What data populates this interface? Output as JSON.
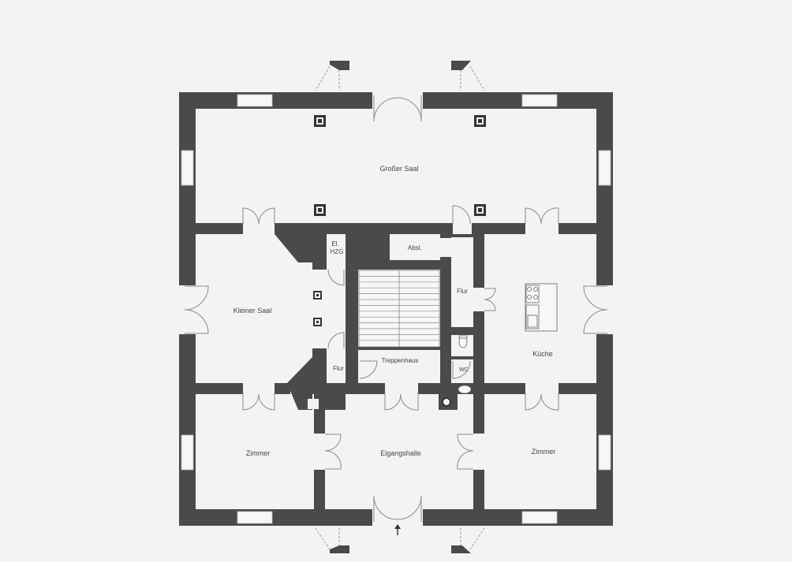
{
  "rooms": {
    "grosser_saal": "Großer Saal",
    "kleiner_saal": "Kleiner Saal",
    "el_hzg_line1": "El.",
    "el_hzg_line2": "HZG",
    "abst": "Abst.",
    "flur_right": "Flur",
    "flur_left": "Flur",
    "treppenhaus": "Treppenhaus",
    "wc": "WC",
    "kueche": "Küche",
    "zimmer_left": "Zimmer",
    "eingangshalle": "Eigangshalle",
    "zimmer_right": "Zimmer"
  },
  "entrance_marker": "entrance-arrow",
  "colors": {
    "background": "#f3f3f3",
    "wall": "#4a4a4a",
    "label": "#444444"
  }
}
